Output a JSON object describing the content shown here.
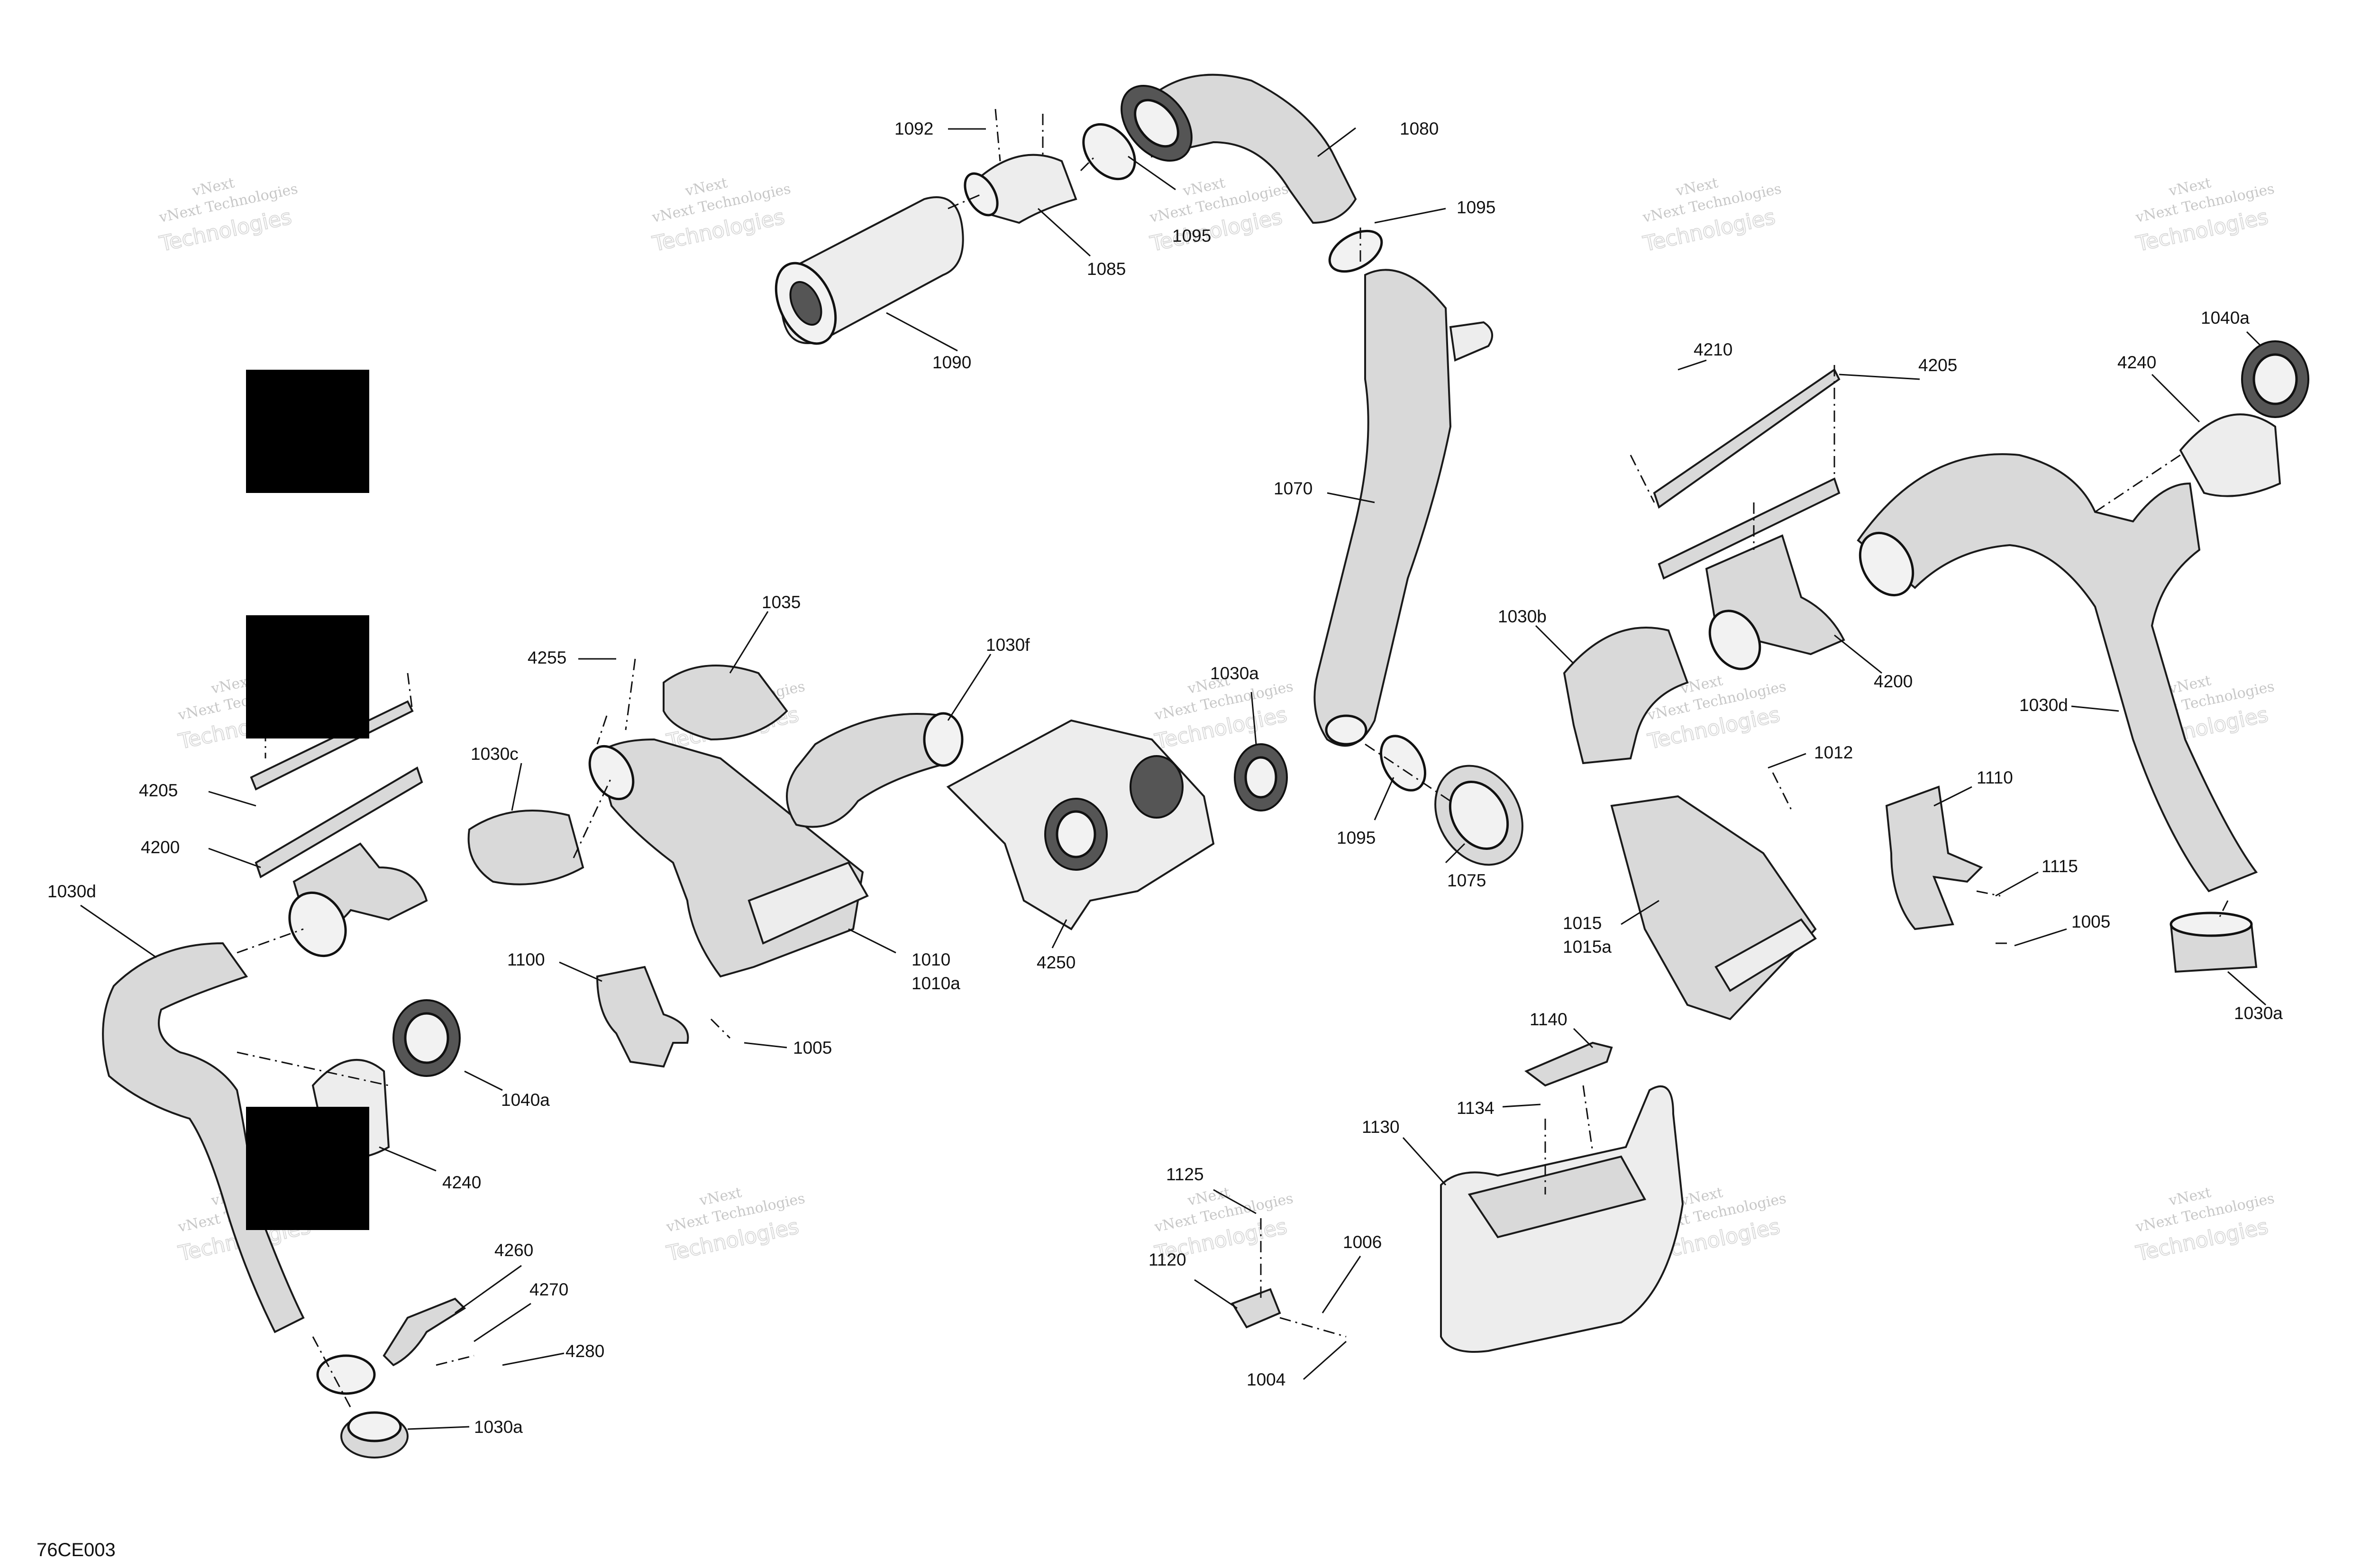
{
  "diagram_code": "76CE003",
  "watermark": {
    "line1": "vNext",
    "line2": "vNext Technologies",
    "line3": "Technologies"
  },
  "callouts": {
    "c1092": "1092",
    "c1080": "1080",
    "c1095_top": "1095",
    "c1095_mid": "1095",
    "c1085": "1085",
    "c1090": "1090",
    "c4210": "4210",
    "c4205_r": "4205",
    "c1040a_r": "1040a",
    "c4240_r": "4240",
    "c1070": "1070",
    "c1030b": "1030b",
    "c4200_r": "4200",
    "c1035": "1035",
    "c1030f": "1030f",
    "c4255": "4255",
    "c1030a_mid": "1030a",
    "c1030d_r": "1030d",
    "c1030c": "1030c",
    "c1012": "1012",
    "c1110": "1110",
    "c4205_l": "4205",
    "c4200_l": "4200",
    "c1030d_l": "1030d",
    "c1095_bot": "1095",
    "c1075": "1075",
    "c1115": "1115",
    "c1015": "1015",
    "c1015a": "1015a",
    "c1005_r": "1005",
    "c1010": "1010",
    "c1010a": "1010a",
    "c4250": "4250",
    "c1030a_r": "1030a",
    "c1100": "1100",
    "c1005_l": "1005",
    "c1140": "1140",
    "c1040a_l": "1040a",
    "c1134": "1134",
    "c1130": "1130",
    "c4240_l": "4240",
    "c1125": "1125",
    "c1120": "1120",
    "c1006": "1006",
    "c4260": "4260",
    "c4270": "4270",
    "c4280": "4280",
    "c1004": "1004",
    "c1030a_l": "1030a"
  }
}
